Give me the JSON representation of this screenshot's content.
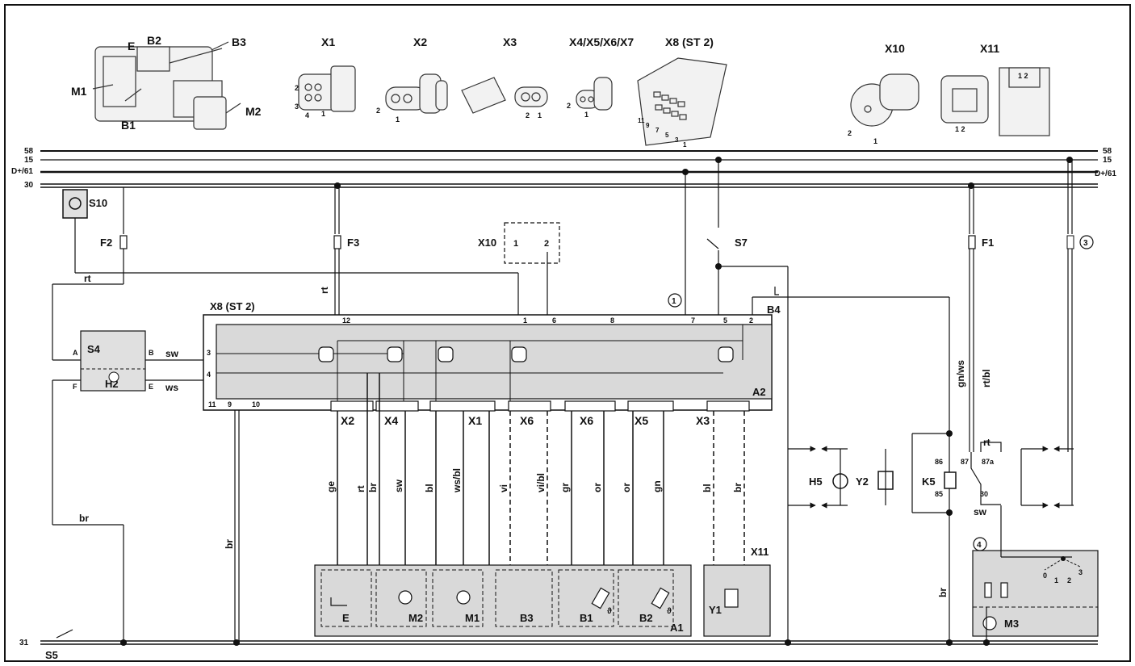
{
  "colors": {
    "line": "#111111",
    "box": "#d9d9d9",
    "connector": "#eeeeee",
    "frame": "#111111"
  },
  "rail_labels": {
    "r58": "58",
    "r15": "15",
    "rd61": "D+/61",
    "r30": "30",
    "r31": "31"
  },
  "top_parts": {
    "E": "E",
    "B2": "B2",
    "B3": "B3",
    "M1": "M1",
    "B1": "B1",
    "M2": "M2"
  },
  "connector_titles": {
    "x1": "X1",
    "x2": "X2",
    "x3": "X3",
    "x4567": "X4/X5/X6/X7",
    "x8": "X8 (ST 2)",
    "x10": "X10",
    "x11": "X11"
  },
  "pin_numbers": {
    "p1": "1",
    "p2": "2",
    "p3": "3",
    "p4": "4",
    "p5": "5",
    "p7": "7",
    "p9": "9",
    "p11": "11",
    "p12": "1 2"
  },
  "fuses": {
    "f1": "F1",
    "f2": "F2",
    "f3": "F3"
  },
  "switches": {
    "s10": "S10",
    "s7": "S7",
    "s4": "S4",
    "s5": "S5"
  },
  "lamps": {
    "h2": "H2",
    "h5": "H5",
    "y2": "Y2",
    "b4": "B4"
  },
  "relay": {
    "k5": "K5",
    "p86": "86",
    "p87": "87",
    "p87a": "87a",
    "p85": "85",
    "p30": "30"
  },
  "x10_box": {
    "label": "X10",
    "pin1": "1",
    "pin2": "2"
  },
  "controller": {
    "label": "X8 (ST 2)",
    "a2": "A2",
    "pins_top": [
      "12",
      "1",
      "6",
      "8",
      "7",
      "5",
      "2"
    ],
    "pins_left": [
      "3",
      "4"
    ],
    "pins_bottom": [
      "11",
      "9",
      "10"
    ]
  },
  "s4_pins": {
    "a": "A",
    "b": "B",
    "f": "F",
    "e": "E"
  },
  "harness": [
    "X2",
    "X4",
    "X1",
    "X6",
    "X6",
    "X5",
    "X3"
  ],
  "wire_colors": {
    "rt": "rt",
    "sw": "sw",
    "ws": "ws",
    "br": "br",
    "ge": "ge",
    "bl": "bl",
    "wsbl": "ws/bl",
    "vi": "vi",
    "vibl": "vi/bl",
    "gr": "gr",
    "or": "or",
    "gn": "gn",
    "gnws": "gn/ws",
    "rtbl": "rt/bl"
  },
  "callouts": [
    "1",
    "3",
    "4"
  ],
  "components": {
    "E": "E",
    "M2": "M2",
    "M1": "M1",
    "B3": "B3",
    "B1": "B1",
    "B2": "B2",
    "A1": "A1",
    "Y1": "Y1",
    "X11": "X11",
    "M3": "M3",
    "theta": "ϑ"
  },
  "selector": {
    "n0": "0",
    "n1": "1",
    "n2": "2",
    "n3": "3"
  }
}
